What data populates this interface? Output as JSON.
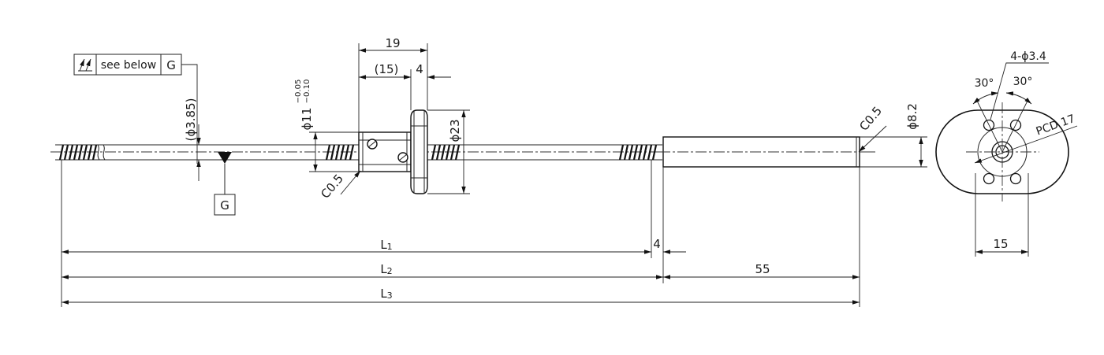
{
  "tolerance_frame": {
    "symbol": "total-runout",
    "note": "see below",
    "datum": "G"
  },
  "datum_label": "G",
  "dimensions": {
    "support_dia": "(ϕ3.85)",
    "nut_width": "19",
    "nut_body": "(15)",
    "flange_thickness": "4",
    "nut_dia": "ϕ11",
    "nut_tol_upper": "−0.05",
    "nut_tol_lower": "−0.10",
    "flange_dia": "ϕ23",
    "nut_chamfer": "C0.5",
    "end_chamfer": "C0.5",
    "end_dia": "ϕ8.2",
    "l1": "L",
    "l1_sub": "1",
    "l2": "L",
    "l2_sub": "2",
    "l3": "L",
    "l3_sub": "3",
    "gap": "4",
    "end_length": "55",
    "flange_width": "15"
  },
  "end_view": {
    "holes": "4-ϕ3.4",
    "angle_left": "30°",
    "angle_right": "30°",
    "pcd": "PCD 17"
  }
}
